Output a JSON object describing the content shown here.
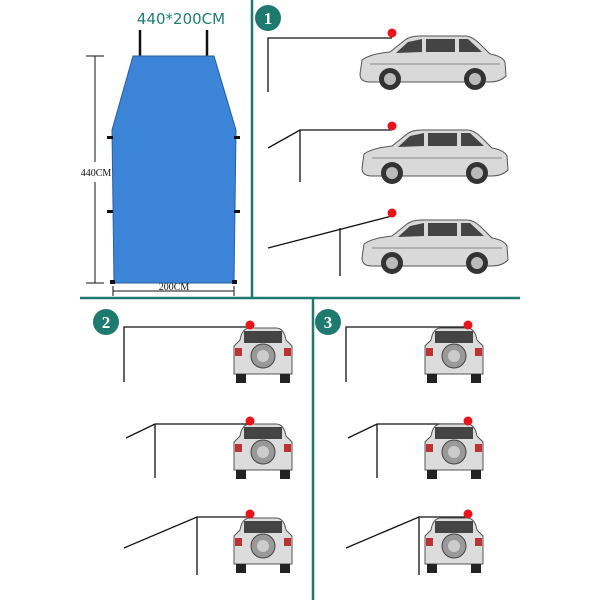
{
  "size_title": "440*200CM",
  "height_label": "440CM",
  "width_label": "200CM",
  "steps": [
    {
      "number": "1"
    },
    {
      "number": "2"
    },
    {
      "number": "3"
    }
  ],
  "colors": {
    "accent": "#1e7a6e",
    "tarp": "#3b84d8",
    "marker": "#e8141a"
  }
}
